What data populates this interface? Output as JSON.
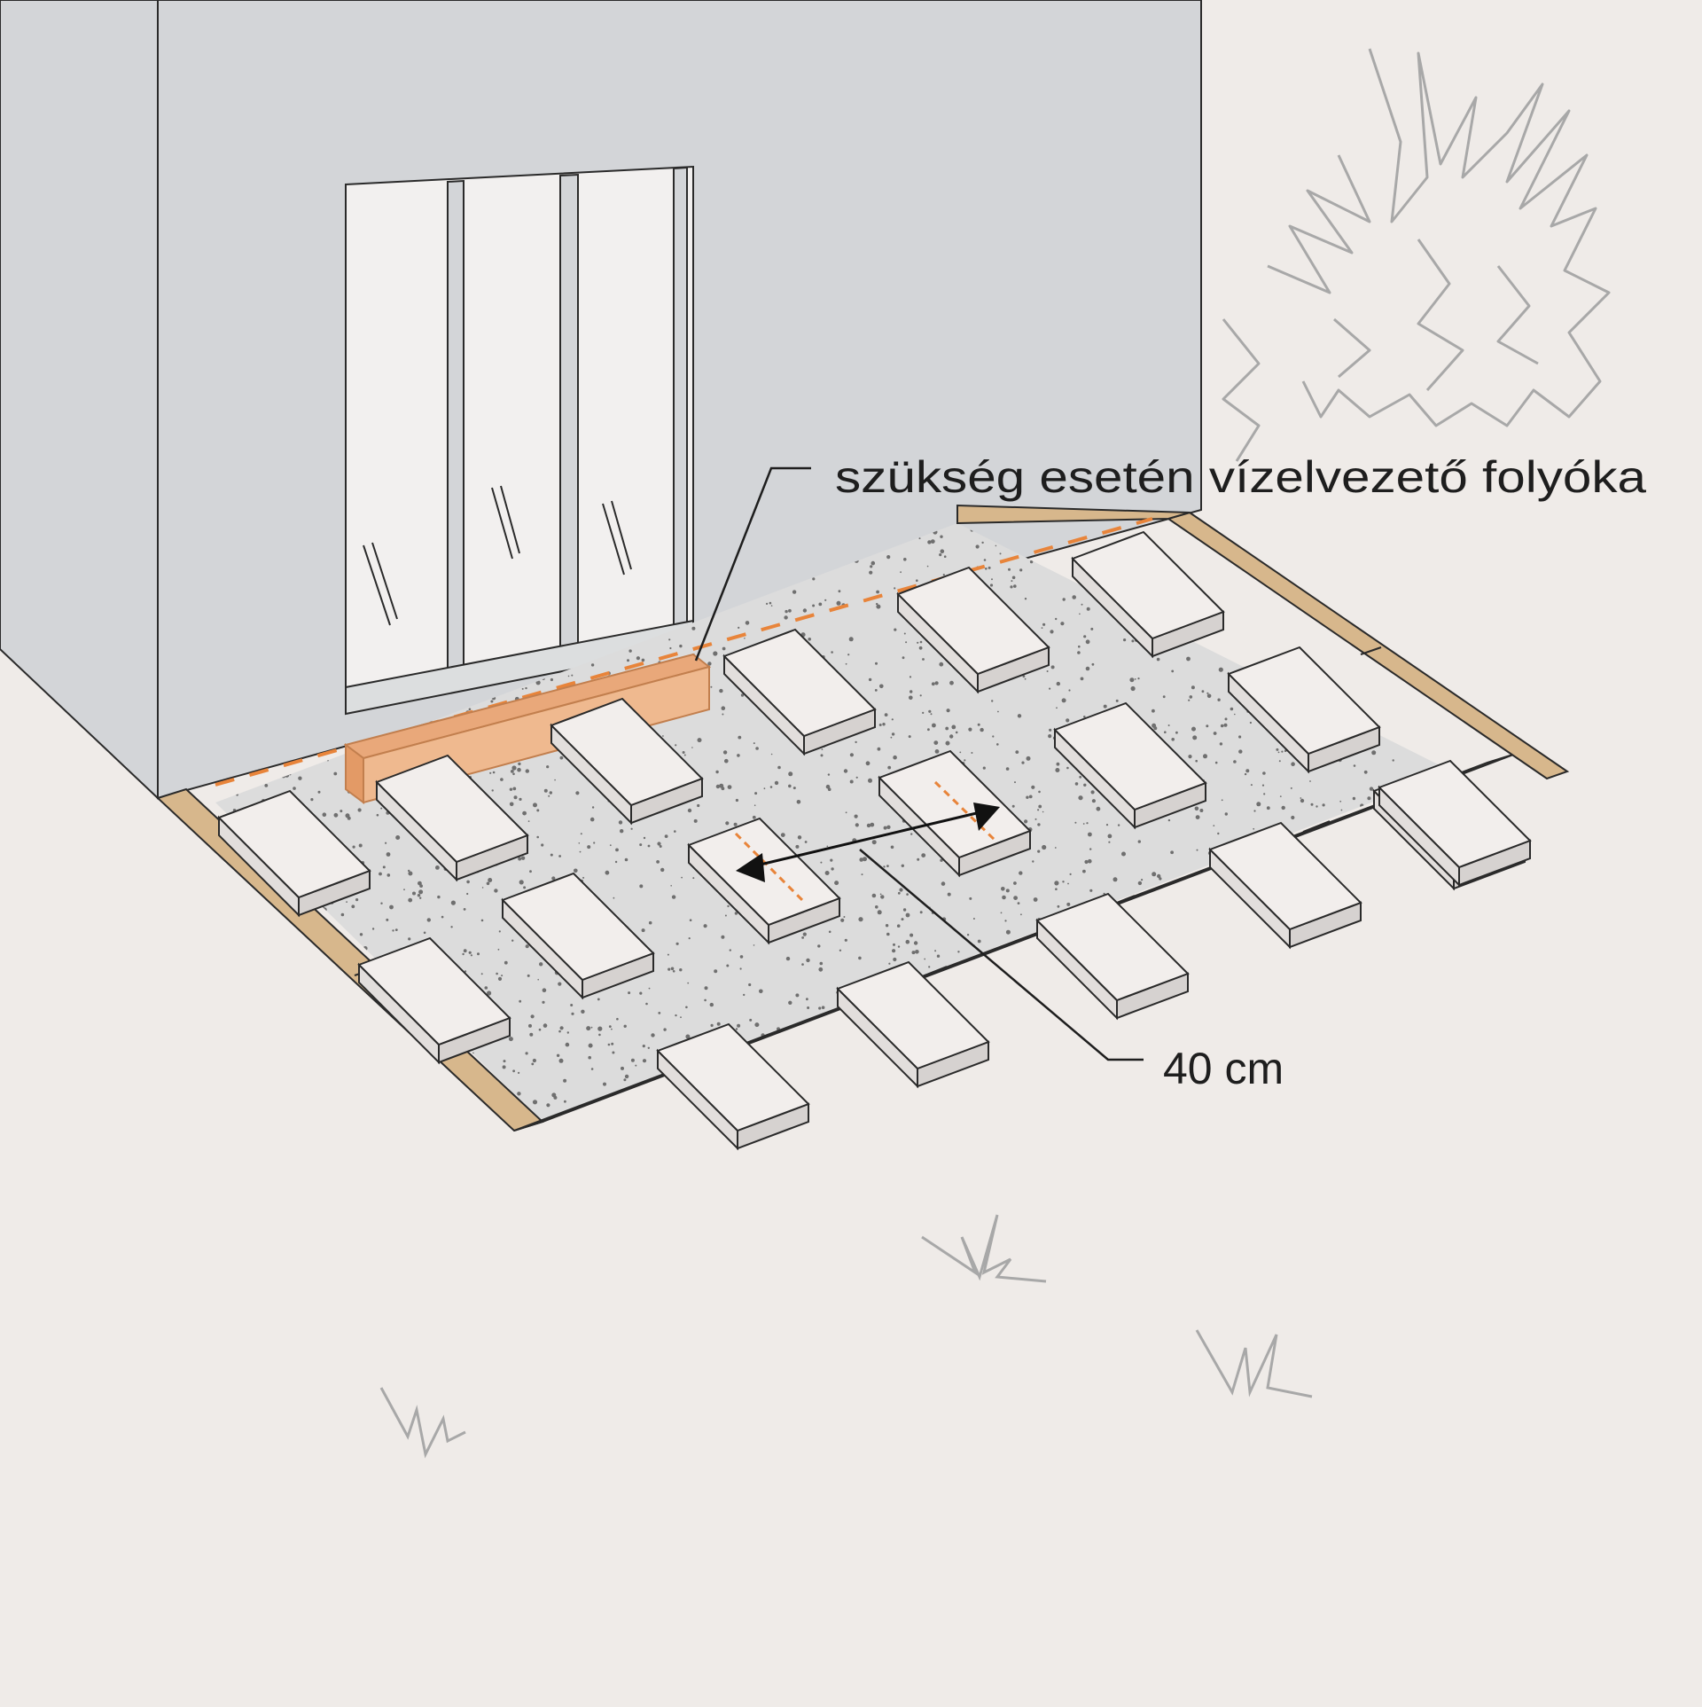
{
  "labels": {
    "drain_channel": "szükség esetén vízelvezető folyóka",
    "pad_spacing": "40 cm"
  },
  "colors": {
    "background": "#efebe8",
    "wall": "#d3d5d8",
    "gravel": "#dcdcdc",
    "paver": "#f0ecea",
    "timber_frame": "#d7b78c",
    "drain_channel": "#e7a679",
    "dashed_line": "#e8843a",
    "ink": "#1e1e1e",
    "sketch": "#a8a8a8"
  },
  "icons": {
    "background_plant": "shrub-sketch",
    "grass": "grass-tuft-sketch"
  }
}
